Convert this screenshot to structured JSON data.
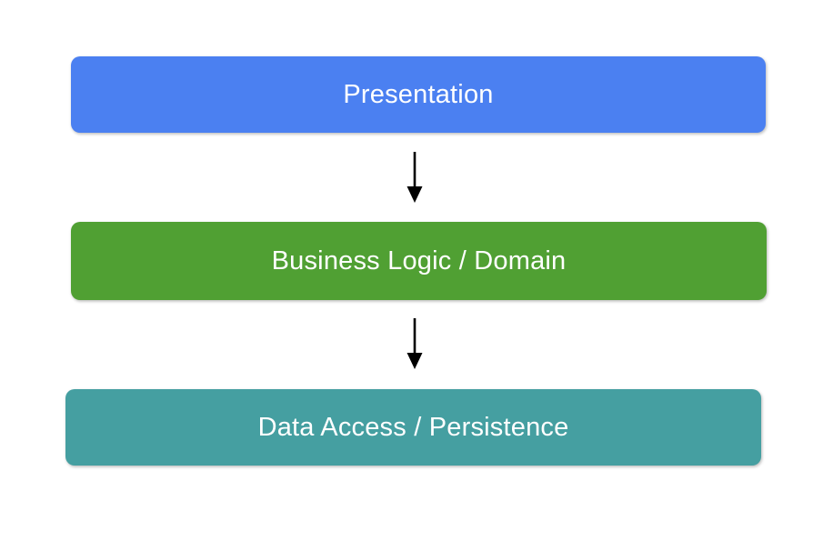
{
  "diagram": {
    "background_color": "#ffffff",
    "text_color": "#ffffff",
    "arrow_color": "#000000",
    "layers": [
      {
        "label": "Presentation",
        "color": "#4b80f1"
      },
      {
        "label": "Business Logic / Domain",
        "color": "#50a033"
      },
      {
        "label": "Data Access / Persistence",
        "color": "#459fa1"
      }
    ],
    "connections": [
      {
        "from": "Presentation",
        "to": "Business Logic / Domain"
      },
      {
        "from": "Business Logic / Domain",
        "to": "Data Access / Persistence"
      }
    ]
  }
}
